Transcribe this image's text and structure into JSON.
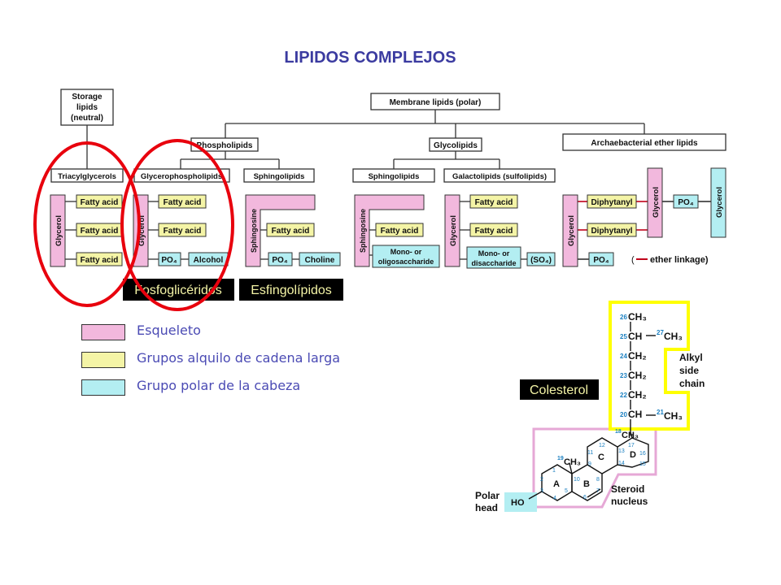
{
  "title": "LIPIDOS COMPLEJOS",
  "tree": {
    "storage": [
      "Storage",
      "lipids",
      "(neutral)"
    ],
    "membrane": "Membrane lipids (polar)",
    "phospholipids": "Phospholipids",
    "glycolipids": "Glycolipids",
    "archaea": "Archaebacterial ether lipids",
    "triacylglycerols": "Triacylglycerols",
    "glycerophospholipids": "Glycerophospholipids",
    "sphingolipids_1": "Sphingolipids",
    "sphingolipids_2": "Sphingolipids",
    "galactolipids": "Galactolipids (sulfolipids)"
  },
  "molecules": {
    "glycerol": "Glycerol",
    "sphingosine": "Sphingosine",
    "fatty_acid": "Fatty acid",
    "po4": "PO₄",
    "alcohol": "Alcohol",
    "choline": "Choline",
    "mono_oligo": [
      "Mono- or",
      "oligosaccharide"
    ],
    "mono_di": [
      "Mono- or",
      "disaccharide"
    ],
    "so4": "(SO₄)",
    "diphytanyl": "Diphytanyl",
    "ether_note": "ether linkage)",
    "ether_paren": "("
  },
  "labels": {
    "fosfogliceridos": "Fosfoglicéridos",
    "esfingolipidos": "Esfingolípidos",
    "colesterol": "Colesterol"
  },
  "legend": [
    {
      "label": "Esqueleto",
      "color": "#f2b8dd"
    },
    {
      "label": "Grupos alquilo de cadena larga",
      "color": "#f4f4a6"
    },
    {
      "label": "Grupo polar de la cabeza",
      "color": "#b3eef2"
    }
  ],
  "cholesterol": {
    "chain": [
      {
        "num": "26",
        "text": "CH₃"
      },
      {
        "num": "25",
        "text": "CH"
      },
      {
        "num": "24",
        "text": "CH₂"
      },
      {
        "num": "23",
        "text": "CH₂"
      },
      {
        "num": "22",
        "text": "CH₂"
      },
      {
        "num": "20",
        "text": "CH"
      }
    ],
    "branch_27": {
      "num": "27",
      "text": "CH₃"
    },
    "branch_21": {
      "num": "21",
      "text": "CH₃"
    },
    "methyl_18": {
      "num": "18",
      "text": "CH₃"
    },
    "methyl_19": {
      "num": "19",
      "text": "CH₃"
    },
    "alkyl": [
      "Alkyl",
      "side",
      "chain"
    ],
    "steroid": [
      "Steroid",
      "nucleus"
    ],
    "polar": [
      "Polar",
      "head"
    ],
    "ho": "HO",
    "rings": [
      "A",
      "B",
      "C",
      "D"
    ],
    "ring_numbers": [
      "1",
      "2",
      "3",
      "4",
      "5",
      "6",
      "7",
      "8",
      "9",
      "10",
      "11",
      "12",
      "13",
      "14",
      "15",
      "16",
      "17"
    ]
  },
  "colors": {
    "backbone": "#f2b8dd",
    "alkyl": "#f4f4a6",
    "polar": "#b3eef2",
    "highlight": "#ffff00",
    "pink_outline": "#e6a8d6",
    "circle": "#e8000d",
    "title": "#3b3ba0",
    "number": "#1a7fc0"
  }
}
